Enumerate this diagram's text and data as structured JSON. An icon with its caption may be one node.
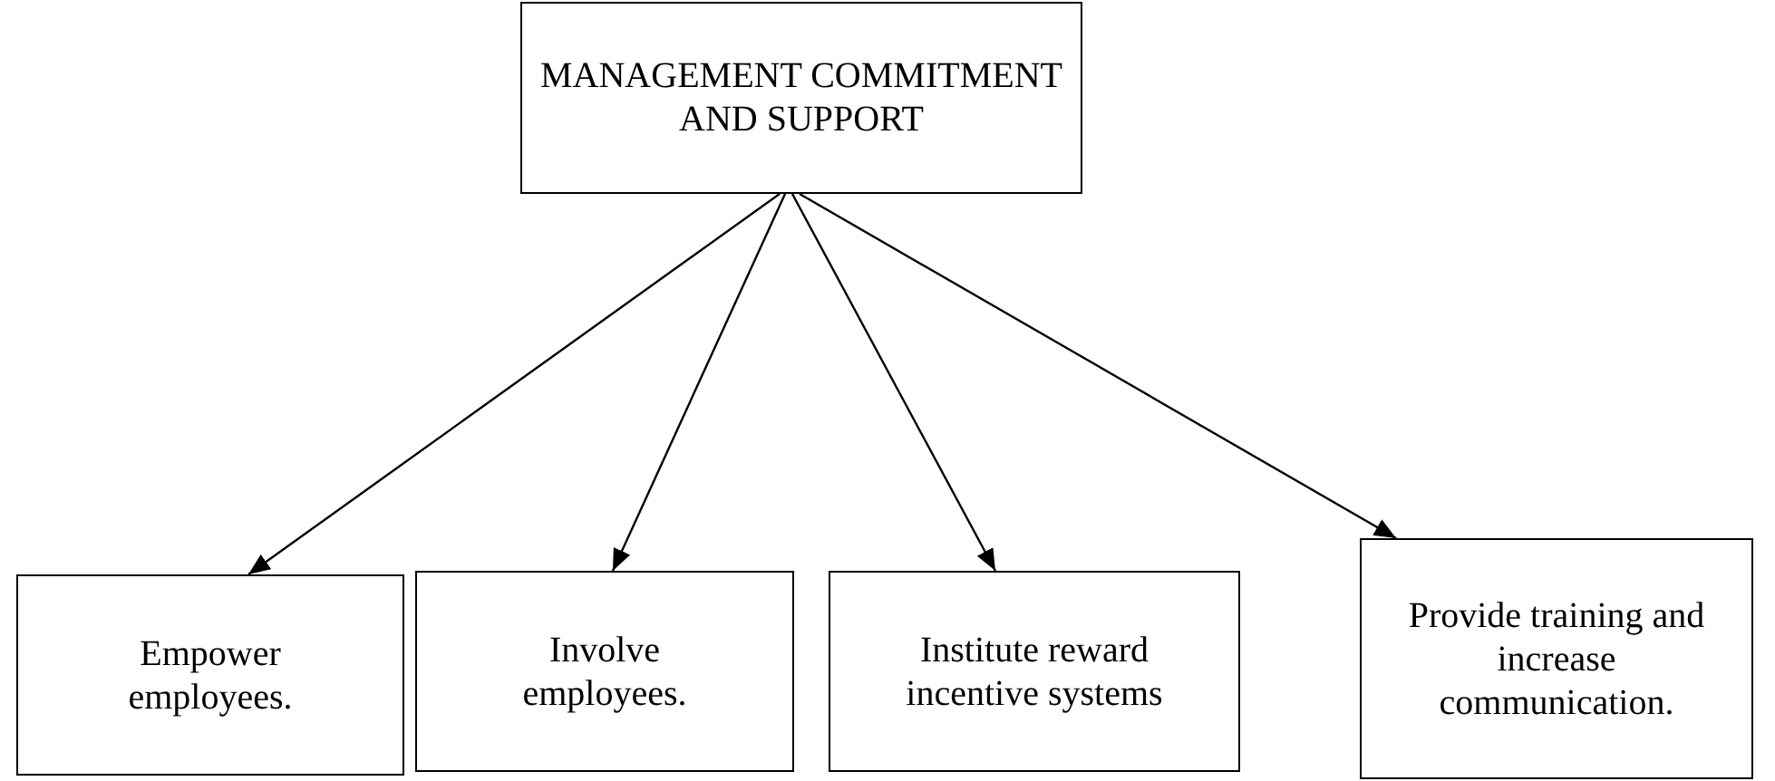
{
  "diagram": {
    "nodes": [
      {
        "text": [
          "MANAGEMENT COMMITMENT AND SUPPORT"
        ]
      },
      {
        "text": [
          "Empower employees."
        ]
      },
      {
        "text": [
          "Involve employees."
        ]
      },
      {
        "text": [
          "Institute reward incentive systems"
        ]
      },
      {
        "text": [
          "Provide training and increase communication."
        ]
      }
    ],
    "edges": [
      {
        "from": 0,
        "to": 1,
        "arrow": "to"
      },
      {
        "from": 0,
        "to": 2,
        "arrow": "to"
      },
      {
        "from": 0,
        "to": 3,
        "arrow": "to"
      },
      {
        "from": 0,
        "to": 4,
        "arrow": "to"
      }
    ]
  }
}
